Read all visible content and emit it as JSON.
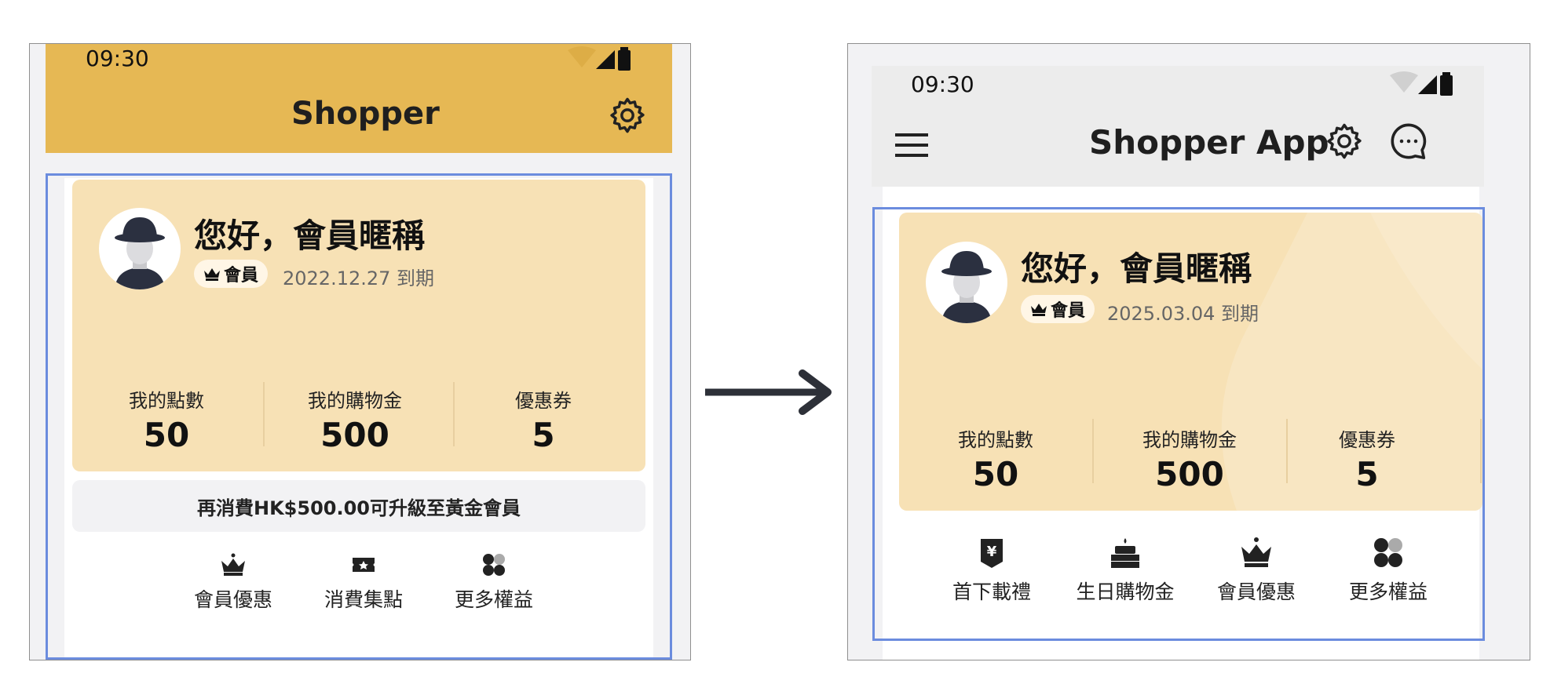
{
  "before": {
    "status_bar": {
      "time": "09:30"
    },
    "header": {
      "title": "Shopper",
      "background": "#e6b854",
      "settings_icon": "gear-icon"
    },
    "member_card": {
      "greeting": "您好，會員暱稱",
      "tier_badge": "會員",
      "expiry": "2022.12.27 到期",
      "stats": [
        {
          "label": "我的點數",
          "value": "50"
        },
        {
          "label": "我的購物金",
          "value": "500"
        },
        {
          "label": "優惠券",
          "value": "5"
        }
      ]
    },
    "upgrade_notice": "再消費HK$500.00可升級至黃金會員",
    "quick_links": [
      {
        "label": "會員優惠",
        "icon": "crown-icon"
      },
      {
        "label": "消費集點",
        "icon": "ticket-icon"
      },
      {
        "label": "更多權益",
        "icon": "clover-icon"
      }
    ]
  },
  "after": {
    "status_bar": {
      "time": "09:30"
    },
    "header": {
      "title": "Shopper App",
      "background": "#ececec",
      "menu_icon": "hamburger-menu-icon",
      "settings_icon": "gear-icon",
      "chat_icon": "chat-bubble-icon"
    },
    "member_card": {
      "greeting": "您好，會員暱稱",
      "tier_badge": "會員",
      "expiry": "2025.03.04 到期",
      "stats": [
        {
          "label": "我的點數",
          "value": "50"
        },
        {
          "label": "我的購物金",
          "value": "500"
        },
        {
          "label": "優惠券",
          "value": "5"
        }
      ]
    },
    "quick_links": [
      {
        "label": "首下載禮",
        "icon": "yen-bookmark-icon"
      },
      {
        "label": "生日購物金",
        "icon": "birthday-cake-icon"
      },
      {
        "label": "會員優惠",
        "icon": "crown-icon"
      },
      {
        "label": "更多權益",
        "icon": "clover-icon"
      }
    ]
  },
  "colors": {
    "card": "#f7e1b5",
    "highlight_border": "#6b8cde",
    "arrow": "#2d3038"
  }
}
